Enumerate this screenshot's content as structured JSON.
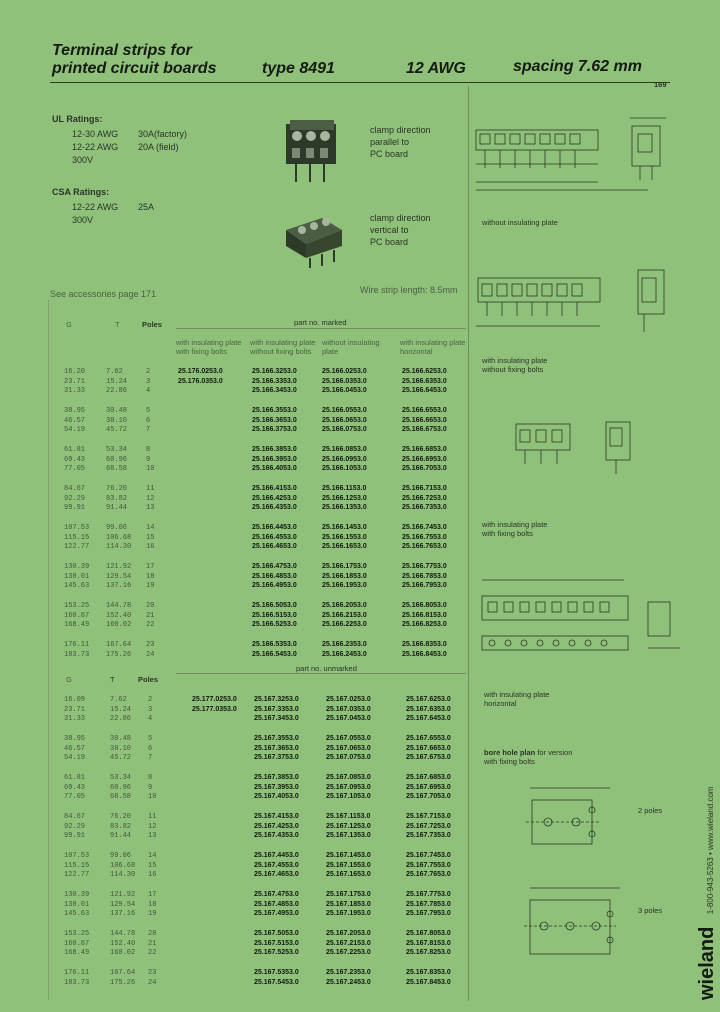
{
  "header": {
    "title_line1": "Terminal strips for",
    "title_line2": "printed circuit boards",
    "type": "type 8491",
    "awg": "12 AWG",
    "spacing": "spacing 7.62 mm",
    "page_number": "169"
  },
  "ratings": {
    "ul_title": "UL Ratings:",
    "ul_rows": [
      {
        "awg": "12-30 AWG",
        "amp": "30A(factory)"
      },
      {
        "awg": "12-22 AWG",
        "amp": "20A (field)"
      },
      {
        "awg": "300V",
        "amp": ""
      }
    ],
    "csa_title": "CSA Ratings:",
    "csa_rows": [
      {
        "awg": "12-22 AWG",
        "amp": "25A"
      },
      {
        "awg": "300V",
        "amp": ""
      }
    ]
  },
  "clamps": {
    "parallel": [
      "clamp direction",
      "parallel to",
      "PC board"
    ],
    "vertical": [
      "clamp direction",
      "vertical to",
      "PC board"
    ]
  },
  "notes": {
    "accessories": "See accessories page 171",
    "wire_strip": "Wire strip length: 8.5mm",
    "without_plate": "without insulating plate",
    "with_plate_no_bolts": [
      "with insulating plate",
      "without fixing bolts"
    ],
    "with_plate_bolts": [
      "with insulating plate",
      "with fixing bolts"
    ],
    "with_plate_horizontal": [
      "with insulating plate",
      "horizontal"
    ],
    "bore_title": "bore hole plan",
    "bore_rest": " for version",
    "bore_rest2": "with fixing bolts",
    "two_poles": "2 poles",
    "three_poles": "3 poles"
  },
  "table1": {
    "col_g": "G",
    "col_t": "T",
    "col_poles": "Poles",
    "part_header": "part no. marked",
    "sub_headers": [
      "with insulating plate with fixing bolts",
      "with insulating plate without fixing bolts",
      "without insulating plate",
      "with insulating plate horizontal"
    ]
  },
  "table2": {
    "col_g": "G",
    "col_t": "T",
    "col_poles": "Poles",
    "part_header": "part no. unmarked"
  },
  "table1_rows": [
    {
      "g": "16.20",
      "t": "7.62",
      "p": "2",
      "c1": "25.176.0253.0",
      "c2": "25.166.3253.0",
      "c3": "25.166.0253.0",
      "c4": "25.166.6253.0"
    },
    {
      "g": "23.71",
      "t": "15.24",
      "p": "3",
      "c1": "25.176.0353.0",
      "c2": "25.166.3353.0",
      "c3": "25.166.0353.0",
      "c4": "25.166.6353.0"
    },
    {
      "g": "31.33",
      "t": "22.86",
      "p": "4",
      "c1": "",
      "c2": "25.166.3453.0",
      "c3": "25.166.0453.0",
      "c4": "25.166.6453.0"
    },
    {
      "g": "38.95",
      "t": "30.48",
      "p": "5",
      "c1": "",
      "c2": "25.166.3553.0",
      "c3": "25.166.0553.0",
      "c4": "25.166.6553.0"
    },
    {
      "g": "46.57",
      "t": "38.10",
      "p": "6",
      "c1": "",
      "c2": "25.166.3653.0",
      "c3": "25.166.0653.0",
      "c4": "25.166.6653.0"
    },
    {
      "g": "54.19",
      "t": "45.72",
      "p": "7",
      "c1": "",
      "c2": "25.166.3753.0",
      "c3": "25.166.0753.0",
      "c4": "25.166.6753.0"
    },
    {
      "g": "61.81",
      "t": "53.34",
      "p": "8",
      "c1": "",
      "c2": "25.166.3853.0",
      "c3": "25.166.0853.0",
      "c4": "25.166.6853.0"
    },
    {
      "g": "69.43",
      "t": "60.96",
      "p": "9",
      "c1": "",
      "c2": "25.166.3953.0",
      "c3": "25.166.0953.0",
      "c4": "25.166.6953.0"
    },
    {
      "g": "77.05",
      "t": "68.58",
      "p": "10",
      "c1": "",
      "c2": "25.166.4053.0",
      "c3": "25.166.1053.0",
      "c4": "25.166.7053.0"
    },
    {
      "g": "84.67",
      "t": "76.20",
      "p": "11",
      "c1": "",
      "c2": "25.166.4153.0",
      "c3": "25.166.1153.0",
      "c4": "25.166.7153.0"
    },
    {
      "g": "92.29",
      "t": "83.82",
      "p": "12",
      "c1": "",
      "c2": "25.166.4253.0",
      "c3": "25.166.1253.0",
      "c4": "25.166.7253.0"
    },
    {
      "g": "99.91",
      "t": "91.44",
      "p": "13",
      "c1": "",
      "c2": "25.166.4353.0",
      "c3": "25.166.1353.0",
      "c4": "25.166.7353.0"
    },
    {
      "g": "107.53",
      "t": "99.06",
      "p": "14",
      "c1": "",
      "c2": "25.166.4453.0",
      "c3": "25.166.1453.0",
      "c4": "25.166.7453.0"
    },
    {
      "g": "115.15",
      "t": "106.68",
      "p": "15",
      "c1": "",
      "c2": "25.166.4553.0",
      "c3": "25.166.1553.0",
      "c4": "25.166.7553.0"
    },
    {
      "g": "122.77",
      "t": "114.30",
      "p": "16",
      "c1": "",
      "c2": "25.166.4653.0",
      "c3": "25.166.1653.0",
      "c4": "25.166.7653.0"
    },
    {
      "g": "130.39",
      "t": "121.92",
      "p": "17",
      "c1": "",
      "c2": "25.166.4753.0",
      "c3": "25.166.1753.0",
      "c4": "25.166.7753.0"
    },
    {
      "g": "138.01",
      "t": "129.54",
      "p": "18",
      "c1": "",
      "c2": "25.166.4853.0",
      "c3": "25.166.1853.0",
      "c4": "25.166.7853.0"
    },
    {
      "g": "145.63",
      "t": "137.16",
      "p": "19",
      "c1": "",
      "c2": "25.166.4953.0",
      "c3": "25.166.1953.0",
      "c4": "25.166.7953.0"
    },
    {
      "g": "153.25",
      "t": "144.78",
      "p": "20",
      "c1": "",
      "c2": "25.166.5053.0",
      "c3": "25.166.2053.0",
      "c4": "25.166.8053.0"
    },
    {
      "g": "160.87",
      "t": "152.40",
      "p": "21",
      "c1": "",
      "c2": "25.166.5153.0",
      "c3": "25.166.2153.0",
      "c4": "25.166.8153.0"
    },
    {
      "g": "168.49",
      "t": "160.02",
      "p": "22",
      "c1": "",
      "c2": "25.166.5253.0",
      "c3": "25.166.2253.0",
      "c4": "25.166.8253.0"
    },
    {
      "g": "176.11",
      "t": "167.64",
      "p": "23",
      "c1": "",
      "c2": "25.166.5353.0",
      "c3": "25.166.2353.0",
      "c4": "25.166.8353.0"
    },
    {
      "g": "183.73",
      "t": "175.26",
      "p": "24",
      "c1": "",
      "c2": "25.166.5453.0",
      "c3": "25.166.2453.0",
      "c4": "25.166.8453.0"
    }
  ],
  "table2_rows": [
    {
      "g": "16.09",
      "t": "7.62",
      "p": "2",
      "c1": "25.177.0253.0",
      "c2": "25.167.3253.0",
      "c3": "25.167.0253.0",
      "c4": "25.167.6253.0"
    },
    {
      "g": "23.71",
      "t": "15.24",
      "p": "3",
      "c1": "25.177.0353.0",
      "c2": "25.167.3353.0",
      "c3": "25.167.0353.0",
      "c4": "25.167.6353.0"
    },
    {
      "g": "31.33",
      "t": "22.86",
      "p": "4",
      "c1": "",
      "c2": "25.167.3453.0",
      "c3": "25.167.0453.0",
      "c4": "25.167.6453.0"
    },
    {
      "g": "38.95",
      "t": "30.48",
      "p": "5",
      "c1": "",
      "c2": "25.167.3553.0",
      "c3": "25.167.0553.0",
      "c4": "25.167.6553.0"
    },
    {
      "g": "46.57",
      "t": "38.10",
      "p": "6",
      "c1": "",
      "c2": "25.167.3653.0",
      "c3": "25.167.0653.0",
      "c4": "25.167.6653.0"
    },
    {
      "g": "54.19",
      "t": "45.72",
      "p": "7",
      "c1": "",
      "c2": "25.167.3753.0",
      "c3": "25.167.0753.0",
      "c4": "25.167.6753.0"
    },
    {
      "g": "61.81",
      "t": "53.34",
      "p": "8",
      "c1": "",
      "c2": "25.167.3853.0",
      "c3": "25.167.0853.0",
      "c4": "25.167.6853.0"
    },
    {
      "g": "69.43",
      "t": "60.96",
      "p": "9",
      "c1": "",
      "c2": "25.167.3953.0",
      "c3": "25.167.0953.0",
      "c4": "25.167.6953.0"
    },
    {
      "g": "77.05",
      "t": "68.58",
      "p": "10",
      "c1": "",
      "c2": "25.167.4053.0",
      "c3": "25.167.1053.0",
      "c4": "25.167.7053.0"
    },
    {
      "g": "84.67",
      "t": "76.20",
      "p": "11",
      "c1": "",
      "c2": "25.167.4153.0",
      "c3": "25.167.1153.0",
      "c4": "25.167.7153.0"
    },
    {
      "g": "92.29",
      "t": "83.82",
      "p": "12",
      "c1": "",
      "c2": "25.167.4253.0",
      "c3": "25.167.1253.0",
      "c4": "25.167.7253.0"
    },
    {
      "g": "99.91",
      "t": "91.44",
      "p": "13",
      "c1": "",
      "c2": "25.167.4353.0",
      "c3": "25.167.1353.0",
      "c4": "25.167.7353.0"
    },
    {
      "g": "107.53",
      "t": "99.06",
      "p": "14",
      "c1": "",
      "c2": "25.167.4453.0",
      "c3": "25.167.1453.0",
      "c4": "25.167.7453.0"
    },
    {
      "g": "115.15",
      "t": "106.68",
      "p": "15",
      "c1": "",
      "c2": "25.167.4553.0",
      "c3": "25.167.1553.0",
      "c4": "25.167.7553.0"
    },
    {
      "g": "122.77",
      "t": "114.30",
      "p": "16",
      "c1": "",
      "c2": "25.167.4653.0",
      "c3": "25.167.1653.0",
      "c4": "25.167.7653.0"
    },
    {
      "g": "130.39",
      "t": "121.92",
      "p": "17",
      "c1": "",
      "c2": "25.167.4753.0",
      "c3": "25.167.1753.0",
      "c4": "25.167.7753.0"
    },
    {
      "g": "138.01",
      "t": "129.54",
      "p": "18",
      "c1": "",
      "c2": "25.167.4853.0",
      "c3": "25.167.1853.0",
      "c4": "25.167.7853.0"
    },
    {
      "g": "145.63",
      "t": "137.16",
      "p": "19",
      "c1": "",
      "c2": "25.167.4953.0",
      "c3": "25.167.1953.0",
      "c4": "25.167.7953.0"
    },
    {
      "g": "153.25",
      "t": "144.78",
      "p": "20",
      "c1": "",
      "c2": "25.167.5053.0",
      "c3": "25.167.2053.0",
      "c4": "25.167.8053.0"
    },
    {
      "g": "160.87",
      "t": "152.40",
      "p": "21",
      "c1": "",
      "c2": "25.167.5153.0",
      "c3": "25.167.2153.0",
      "c4": "25.167.8153.0"
    },
    {
      "g": "168.49",
      "t": "160.02",
      "p": "22",
      "c1": "",
      "c2": "25.167.5253.0",
      "c3": "25.167.2253.0",
      "c4": "25.167.8253.0"
    },
    {
      "g": "176.11",
      "t": "167.64",
      "p": "23",
      "c1": "",
      "c2": "25.167.5353.0",
      "c3": "25.167.2353.0",
      "c4": "25.167.8353.0"
    },
    {
      "g": "183.73",
      "t": "175.26",
      "p": "24",
      "c1": "",
      "c2": "25.167.5453.0",
      "c3": "25.167.2453.0",
      "c4": "25.167.8453.0"
    }
  ],
  "sidebar": {
    "brand": "wieland",
    "contact": "1-800-943-5263 • www.wieland.com"
  },
  "colors": {
    "background": "#8fc17a",
    "text": "#1a1f18"
  }
}
